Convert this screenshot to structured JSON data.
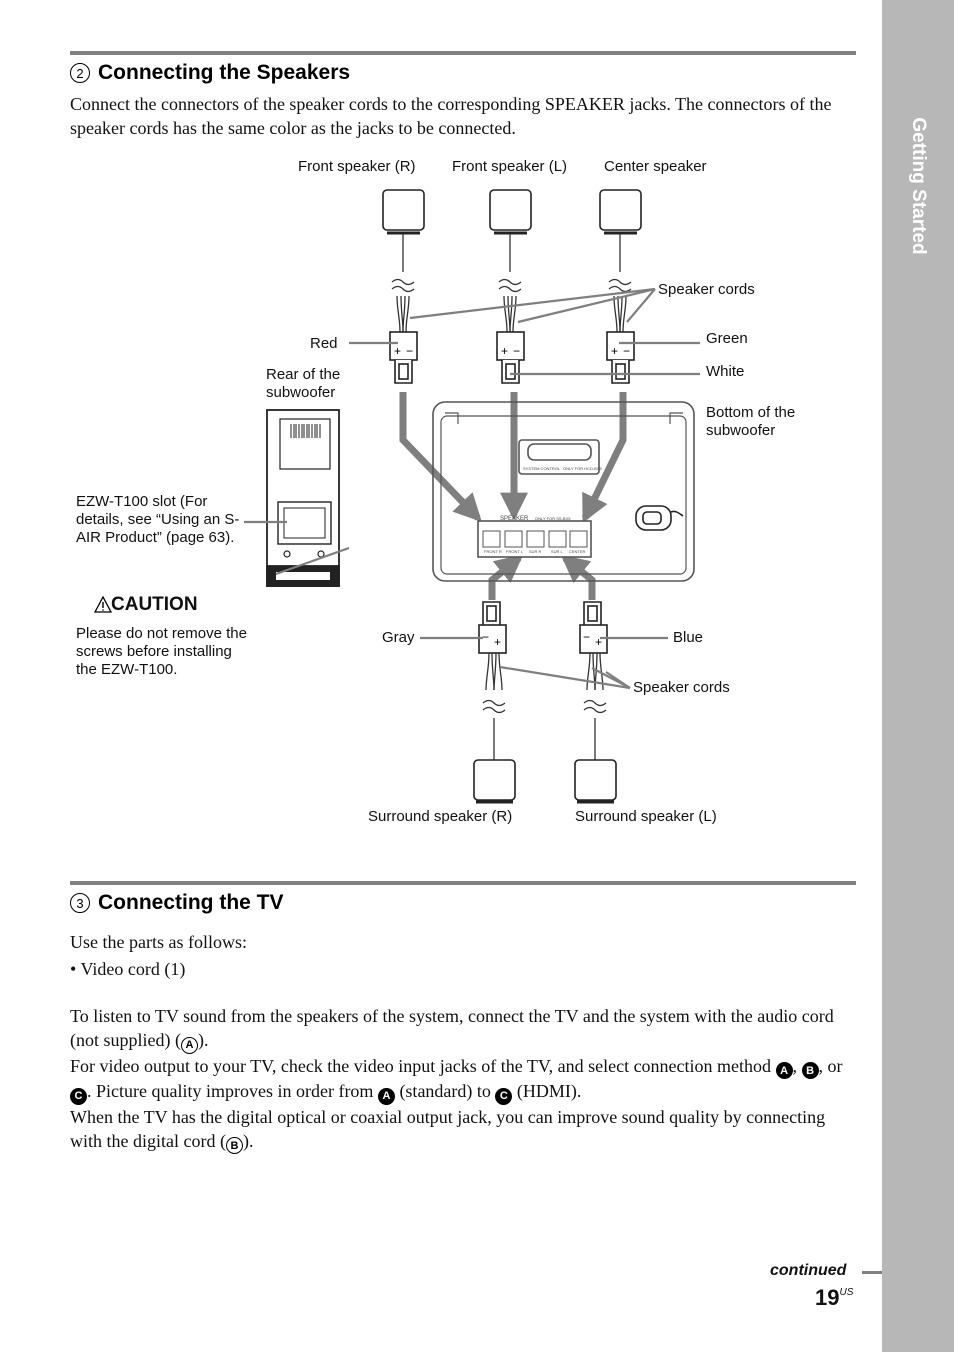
{
  "side_tab": {
    "label": "Getting Started"
  },
  "section2": {
    "number": "2",
    "title": "Connecting the Speakers",
    "intro": "Connect the connectors of the speaker cords to the corresponding SPEAKER jacks. The connectors of the speaker cords has the same color as the jacks to be connected."
  },
  "diagram": {
    "labels": {
      "front_r": "Front speaker (R)",
      "front_l": "Front speaker (L)",
      "center": "Center speaker",
      "speaker_cords_top": "Speaker cords",
      "red": "Red",
      "green": "Green",
      "white": "White",
      "rear_sub": "Rear of the subwoofer",
      "bottom_sub": "Bottom of the subwoofer",
      "ezw_slot": "EZW-T100 slot (For details, see “Using an S-AIR Product” (page 63).",
      "gray": "Gray",
      "blue": "Blue",
      "speaker_cords_bottom": "Speaker cords",
      "surround_r": "Surround speaker (R)",
      "surround_l": "Surround speaker (L)"
    },
    "panel_text": {
      "system_control": "SYSTEM CONTROL",
      "system_control_note": "ONLY FOR HCD-BX5",
      "speaker": "SPEAKER",
      "speaker_note": "ONLY FOR SS-BX5",
      "jacks": [
        "FRONT R",
        "FRONT L",
        "SUR R",
        "SUR L",
        "CENTER"
      ]
    }
  },
  "caution": {
    "title": "CAUTION",
    "text": "Please do not remove the screws before installing the EZW-T100."
  },
  "section3": {
    "number": "3",
    "title": "Connecting the TV",
    "line1": "Use the parts as follows:",
    "line2": "• Video cord (1)",
    "p1_a": "To listen to TV sound from the speakers of the system, connect the TV and the system with the audio cord (not supplied) (",
    "p1_b": ").",
    "p2_a": "For video output to your TV, check the video input jacks of the TV, and select connection method ",
    "p2_b": ", ",
    "p2_c": ", or ",
    "p2_d": ". Picture quality improves in order from ",
    "p2_e": " (standard) to ",
    "p2_f": " (HDMI).",
    "p3_a": "When the TV has the digital optical or coaxial output jack, you can improve sound quality by connecting with the digital cord (",
    "p3_b": ").",
    "marks": {
      "A": "A",
      "B": "B",
      "C": "C"
    }
  },
  "footer": {
    "continued": "continued",
    "page": "19",
    "page_suffix": "US"
  },
  "colors": {
    "side_tab": "#b7b7b7",
    "rule": "#808080",
    "arrow": "#7f7f7f"
  }
}
